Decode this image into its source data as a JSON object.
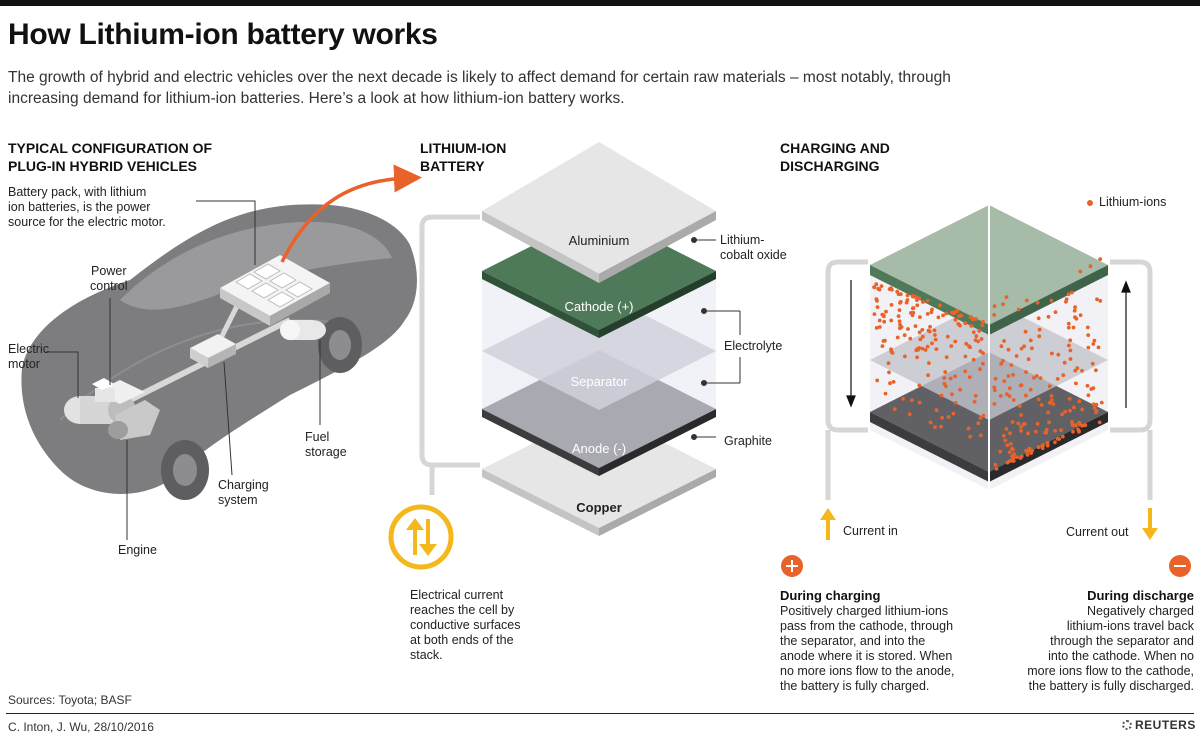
{
  "header": {
    "title": "How Lithium-ion battery works",
    "subtitle": "The growth of hybrid and electric vehicles over the next decade is likely to affect demand for certain raw materials – most notably, through increasing demand for lithium-ion batteries. Here’s a look at how lithium-ion battery works."
  },
  "car_section": {
    "heading_line1": "TYPICAL CONFIGURATION OF",
    "heading_line2": "PLUG-IN HYBRID VEHICLES",
    "battery_note": [
      "Battery pack, with lithium",
      "ion batteries, is the power",
      "source for the electric motor."
    ],
    "labels": {
      "power_control": [
        "Power",
        "control"
      ],
      "electric_motor": [
        "Electric",
        "motor"
      ],
      "fuel_storage": [
        "Fuel",
        "storage"
      ],
      "charging_system": [
        "Charging",
        "system"
      ],
      "engine": "Engine"
    }
  },
  "battery_section": {
    "heading_line1": "LITHIUM-ION",
    "heading_line2": "BATTERY",
    "layers": {
      "aluminium": "Aluminium",
      "cathode": "Cathode (+)",
      "separator": "Separator",
      "anode": "Anode (-)",
      "copper": "Copper"
    },
    "callouts": {
      "lithium_cobalt": [
        "Lithium-",
        "cobalt oxide"
      ],
      "electrolyte": "Electrolyte",
      "graphite": "Graphite"
    },
    "current_note": [
      "Electrical current",
      "reaches the cell by",
      "conductive surfaces",
      "at both ends of the",
      "stack."
    ]
  },
  "charging_section": {
    "heading_line1": "CHARGING AND",
    "heading_line2": "DISCHARGING",
    "legend": "Lithium-ions",
    "current_in": "Current in",
    "current_out": "Current out",
    "during_charging": {
      "title": "During charging",
      "body": [
        "Positively charged lithium-ions",
        "pass from the cathode, through",
        "the separator, and into the",
        "anode where it is stored. When",
        "no more ions flow to the anode,",
        "the battery is fully charged."
      ]
    },
    "during_discharge": {
      "title": "During discharge",
      "body": [
        "Negatively charged",
        "lithium-ions travel back",
        "through the separator and",
        "into the cathode. When no",
        "more ions flow to the cathode,",
        "the battery is fully discharged."
      ]
    }
  },
  "footer": {
    "sources": "Sources: Toyota; BASF",
    "credit": "C. Inton, J. Wu,  28/10/2016",
    "brand": "REUTERS"
  },
  "colors": {
    "orange": "#e8622a",
    "yellow": "#f5b81c",
    "green": "#4f7a5a",
    "dark_grey": "#5c5c60",
    "car_grey": "#7d7d80"
  }
}
